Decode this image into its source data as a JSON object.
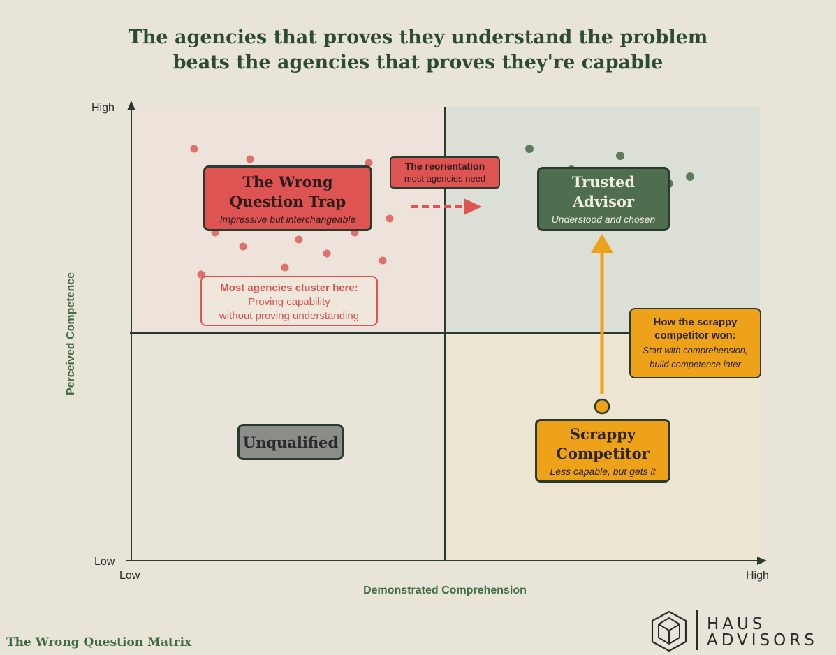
{
  "title": {
    "line1": "The agencies that proves they understand the problem",
    "line2": "beats the agencies that proves they're capable"
  },
  "axes": {
    "y_label": "Perceived Competence",
    "x_label": "Demonstrated Comprehension",
    "y_high": "High",
    "y_low": "Low",
    "x_low": "Low",
    "x_high": "High"
  },
  "quadrants": {
    "wrong_trap": {
      "title_line1": "The Wrong",
      "title_line2": "Question Trap",
      "subtitle": "Impressive but interchangeable",
      "color": "#dd5452"
    },
    "trusted": {
      "title_line1": "Trusted",
      "title_line2": "Advisor",
      "subtitle": "Understood and chosen",
      "color": "#4e6e4f"
    },
    "scrappy": {
      "title_line1": "Scrappy",
      "title_line2": "Competitor",
      "subtitle": "Less capable, but gets it",
      "color": "#eea21a"
    },
    "unqualified": {
      "title": "Unqualified",
      "color": "#8c8c88"
    }
  },
  "callouts": {
    "reorientation": {
      "bold": "The reorientation",
      "normal": "most agencies need"
    },
    "cluster": {
      "bold": "Most agencies cluster here:",
      "line1": "Proving capability",
      "line2": "without proving understanding"
    },
    "won": {
      "bold_line1": "How the scrappy",
      "bold_line2": "competitor won:",
      "italic_line1": "Start with comprehension,",
      "italic_line2": "build competence later"
    }
  },
  "footer": {
    "label": "The Wrong Question Matrix"
  },
  "brand": {
    "line1": "HAUS",
    "line2": "ADVISORS",
    "icon": "hexagon-house-logo-icon"
  }
}
